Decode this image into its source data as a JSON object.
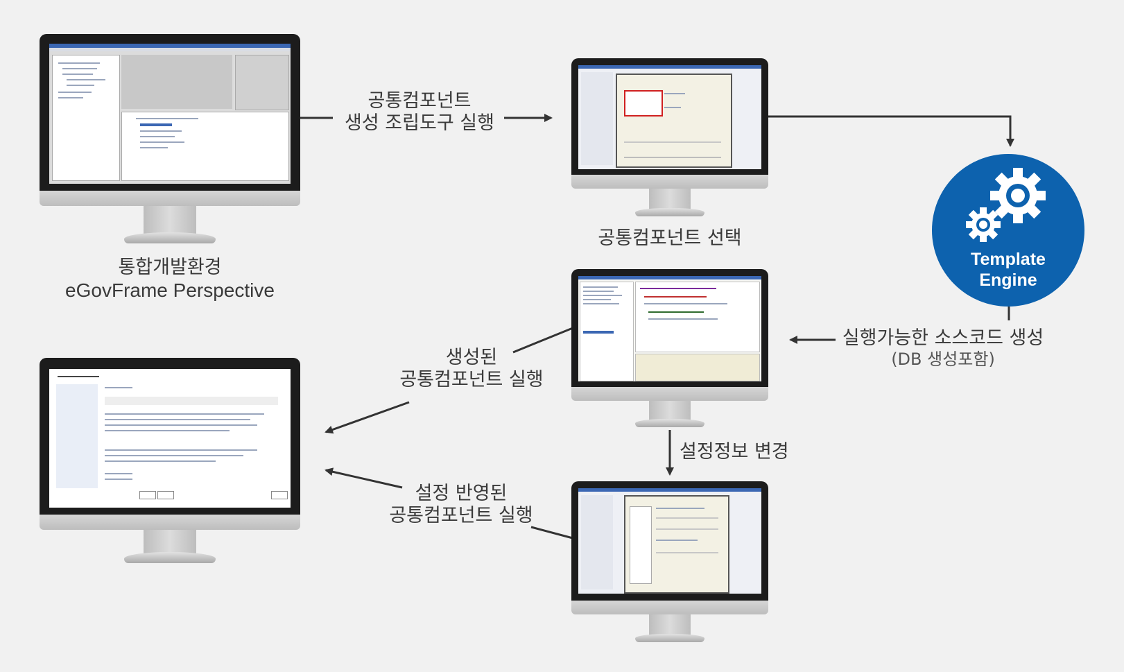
{
  "labels": {
    "ide_line1": "통합개발환경",
    "ide_line2": "eGovFrame Perspective",
    "run_tool_line1": "공통컴포넌트",
    "run_tool_line2": "생성 조립도구 실행",
    "select_component": "공통컴포넌트 선택",
    "generated_run_line1": "생성된",
    "generated_run_line2": "공통컴포넌트 실행",
    "source_gen_line1": "실행가능한 소스코드 생성",
    "source_gen_line2": "(DB 생성포함)",
    "config_change": "설정정보 변경",
    "config_run_line1": "설정 반영된",
    "config_run_line2": "공통컴포넌트 실행"
  },
  "engine": {
    "line1": "Template",
    "line2": "Engine",
    "icon": "gears-icon",
    "color": "#0d62ae"
  },
  "colors": {
    "arrow": "#333333",
    "background": "#f1f1f1",
    "monitor_frame": "#1c1c1c"
  }
}
